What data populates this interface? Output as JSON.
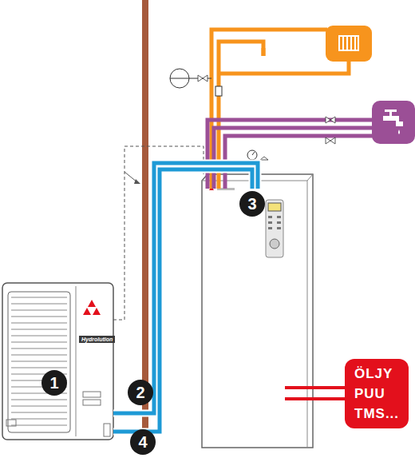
{
  "diagram": {
    "nodes": [
      {
        "text": [
          "1"
        ]
      },
      {
        "text": [
          "2"
        ]
      },
      {
        "text": [
          "3"
        ]
      },
      {
        "text": [
          "4"
        ]
      },
      {
        "text": [
          "ÖLJY PUU TMS..."
        ]
      }
    ],
    "labels": [
      "Hydrolution"
    ]
  }
}
